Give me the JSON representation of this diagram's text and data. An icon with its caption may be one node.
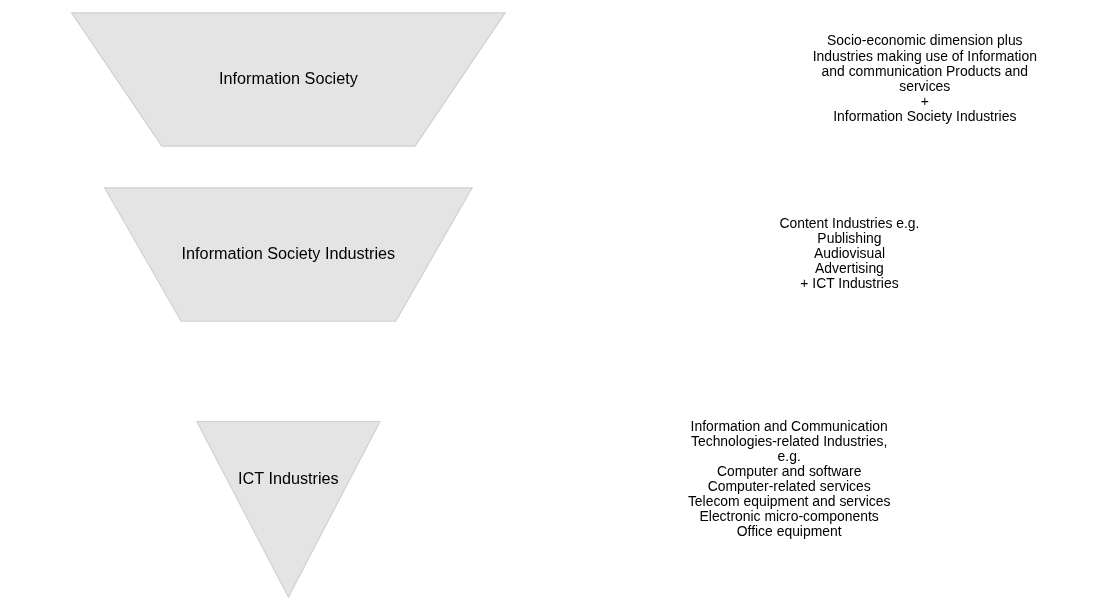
{
  "diagram": {
    "nodes": [
      {
        "text": [
          "Information Society"
        ],
        "beside": [
          "Socio-economic dimension plus Industries making use of Information and communication Products and services",
          "+",
          "Information Society Industries"
        ]
      },
      {
        "text": [
          "Information Society Industries"
        ],
        "beside": [
          "Content Industries e.g.",
          "Publishing",
          "Audiovisual",
          "Advertising",
          "+ ICT Industries"
        ]
      },
      {
        "text": [
          "ICT Industries"
        ],
        "beside": [
          "Information and Communication Technologies-related Industries, e.g.",
          "Computer and software",
          "Computer-related services",
          "Telecom equipment and services",
          "Electronic micro-components",
          "Office equipment"
        ]
      }
    ]
  }
}
